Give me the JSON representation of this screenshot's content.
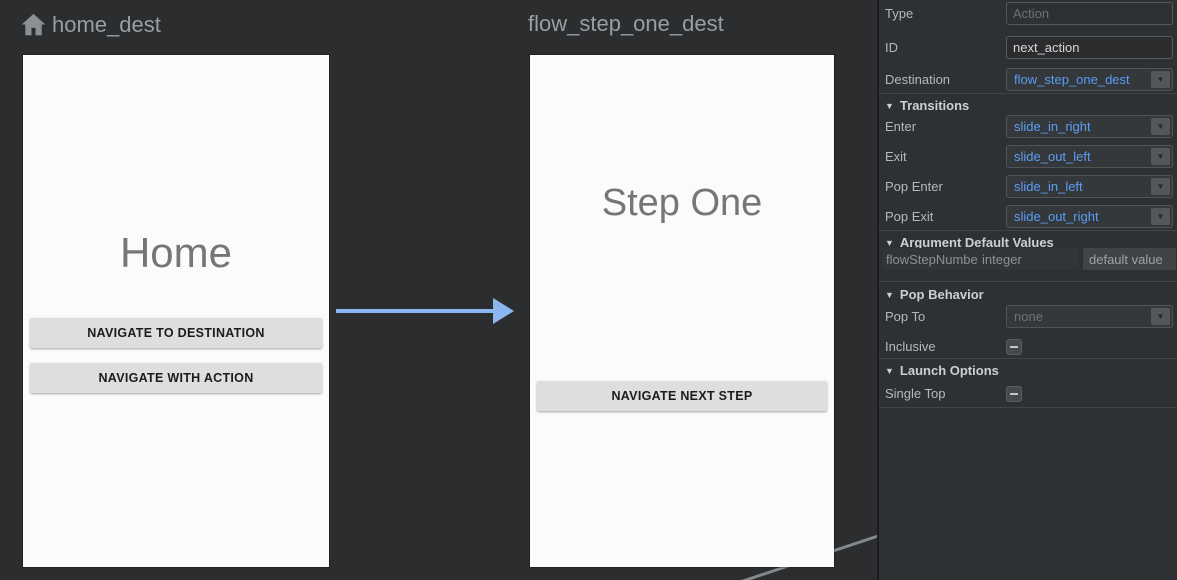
{
  "colors": {
    "link-blue": "#5b9df6",
    "arrow-blue": "#8cb6f0",
    "edge-gray": "#85888a"
  },
  "icons": {
    "collapse": "▼",
    "dropdown_arrow": "▼",
    "home": "home-icon"
  },
  "graph": {
    "home": {
      "title": "home_dest",
      "screen_title": "Home",
      "button1": "NAVIGATE TO DESTINATION",
      "button2": "NAVIGATE WITH ACTION"
    },
    "step_one": {
      "title": "flow_step_one_dest",
      "screen_title": "Step One",
      "button1": "NAVIGATE NEXT STEP"
    }
  },
  "inspector": {
    "type": {
      "label": "Type",
      "placeholder": "Action"
    },
    "id": {
      "label": "ID",
      "value": "next_action"
    },
    "destination": {
      "label": "Destination",
      "value": "flow_step_one_dest"
    },
    "transitions": {
      "title": "Transitions",
      "enter": {
        "label": "Enter",
        "value": "slide_in_right"
      },
      "exit": {
        "label": "Exit",
        "value": "slide_out_left"
      },
      "pop_enter": {
        "label": "Pop Enter",
        "value": "slide_in_left"
      },
      "pop_exit": {
        "label": "Pop Exit",
        "value": "slide_out_right"
      }
    },
    "argument_defaults": {
      "title": "Argument Default Values",
      "name": "flowStepNumbe",
      "type": "integer",
      "default_placeholder": "default value"
    },
    "pop_behavior": {
      "title": "Pop Behavior",
      "pop_to": {
        "label": "Pop To",
        "value": "none"
      },
      "inclusive": {
        "label": "Inclusive",
        "state": "indeterminate"
      }
    },
    "launch_options": {
      "title": "Launch Options",
      "single_top": {
        "label": "Single Top",
        "state": "indeterminate"
      }
    }
  }
}
